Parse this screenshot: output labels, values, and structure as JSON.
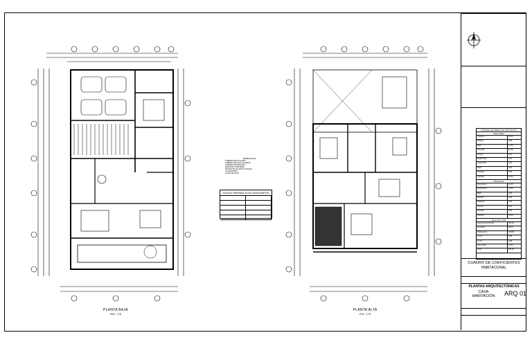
{
  "plans": {
    "left_title": "PLANTA BAJA",
    "left_scale": "ESC. 1:75",
    "right_title": "PLANTA ALTA",
    "right_scale": "ESC. 1:75"
  },
  "legend": {
    "title": "SIMBOLOGÍA",
    "items": [
      "TUBERÍA DE AGUA FRÍA",
      "TUBERÍA DE AGUA CALIENTE",
      "TUBERÍA DE DESAGÜE",
      "REGISTRO SANITARIO",
      "BAJADA DE AGUAS PLUVIALES",
      "CALENTADOR",
      "LLAVE DE PASO"
    ]
  },
  "hydro_table": {
    "title": "DATOS HIDRÁULICOS SANITARIOS",
    "rows": [
      [
        "",
        ""
      ],
      [
        "",
        ""
      ],
      [
        "",
        ""
      ],
      [
        "",
        ""
      ],
      [
        "",
        ""
      ]
    ]
  },
  "coef_table": {
    "title": "CUADRO DE ÁREAS DE PROYECTO",
    "section1": "Planta Baja",
    "rows1": [
      [
        "Cochera",
        "25.00"
      ],
      [
        "Estudio",
        "9.30"
      ],
      [
        "Sala",
        "17.60"
      ],
      [
        "Comedor",
        "11.40"
      ],
      [
        "Cocina",
        "9.10"
      ],
      [
        "Medio baño",
        "2.60"
      ],
      [
        "Lavandería",
        "5.00"
      ],
      [
        "Patio",
        "6.00"
      ],
      [
        "Escalera",
        "6.80"
      ],
      [
        "Total PB",
        "93.60"
      ]
    ],
    "section2": "Planta Alta",
    "rows2": [
      [
        "Recámara 1",
        "14.20"
      ],
      [
        "Recámara 2",
        "12.00"
      ],
      [
        "Baño",
        "4.20"
      ],
      [
        "Vestidor",
        "3.20"
      ],
      [
        "Estancia",
        "9.20"
      ],
      [
        "Terraza",
        "8.00"
      ],
      [
        "Escalera",
        "6.80"
      ],
      [
        "Total PA",
        "57.60"
      ]
    ],
    "section3": "Resumen Total",
    "rows3": [
      [
        "Área de construcción",
        "151.20"
      ],
      [
        "Área libre",
        "28.10"
      ],
      [
        "Total terreno",
        "160.00"
      ],
      [
        "C.O.S.",
        "0.58"
      ],
      [
        "C.U.S.",
        "0.95"
      ],
      [
        "Área verde",
        "12.00"
      ],
      [
        "Total",
        "151.20"
      ]
    ]
  },
  "title_block": {
    "cc_title": "CUADRO DE COEFICIENTES",
    "cc_sub": "HABITACIONAL",
    "main_title": "PLANTAS ARQUITECTÓNICAS",
    "casa": "CASA",
    "habitacion": "HABITACIÓN",
    "sheet": "ARQ 01"
  }
}
